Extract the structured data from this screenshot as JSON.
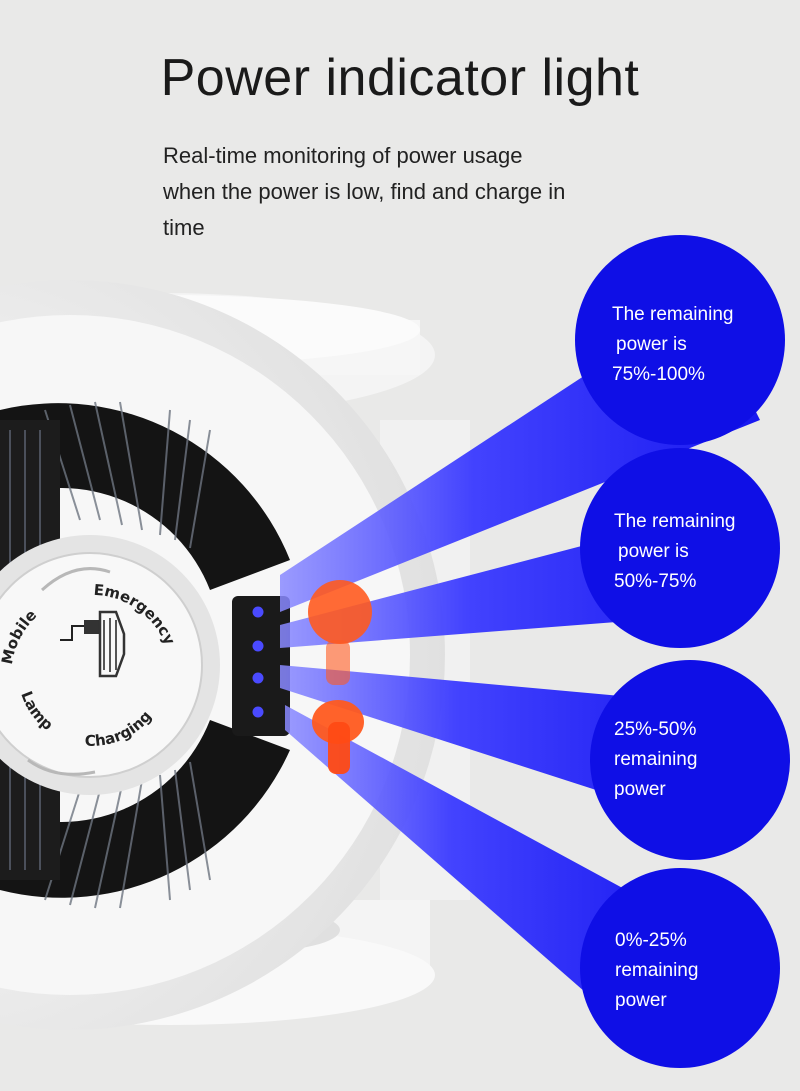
{
  "heading": "Power indicator light",
  "description": {
    "line1": "Real-time monitoring of power usage",
    "line2": "when the power is low, find and charge in",
    "line3": "time"
  },
  "levels": [
    {
      "line1": "The remaining",
      "line2": "power is",
      "line3": "75%-100%"
    },
    {
      "line1": "The remaining",
      "line2": "power is",
      "line3": "50%-75%"
    },
    {
      "line1": "25%-50%",
      "line2": "remaining",
      "line3": "power"
    },
    {
      "line1": "0%-25%",
      "line2": "remaining",
      "line3": "power"
    }
  ],
  "lamp_label": {
    "emergency": "Emergency",
    "charging": "Charging",
    "lamp": "Lamp",
    "mobile": "Mobile"
  },
  "colors": {
    "background": "#e9e9e8",
    "circle": "#1010e8",
    "beam": "#2a2aff",
    "led": "#3b3bff",
    "highlight": "#ff5a1f"
  }
}
